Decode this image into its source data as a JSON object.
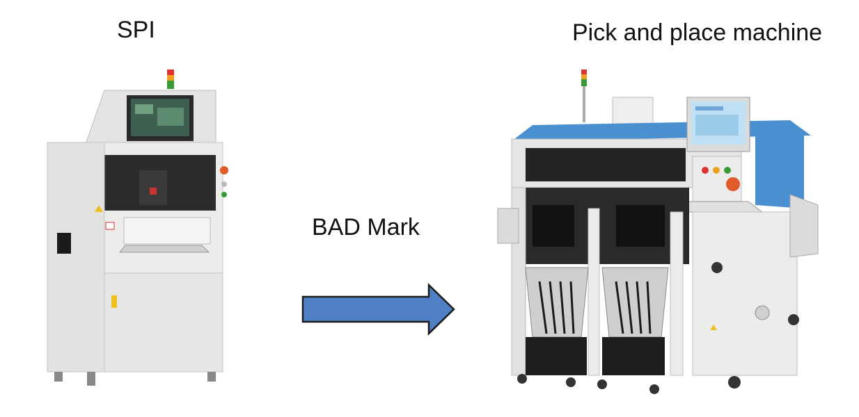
{
  "diagram": {
    "source": {
      "label": "SPI"
    },
    "target": {
      "label": "Pick and place machine"
    },
    "connector": {
      "label": "BAD Mark",
      "direction": "right"
    }
  },
  "colors": {
    "arrow_fill": "#4f80c3",
    "arrow_stroke": "#1a1a1a",
    "machine_body": "#e8e8e6",
    "machine_panel": "#d8d8d6",
    "accent_blue": "#4a8fd0"
  },
  "icons": {
    "source_machine": "spi-machine-icon",
    "target_machine": "pick-and-place-machine-icon",
    "connector": "right-arrow-icon"
  }
}
